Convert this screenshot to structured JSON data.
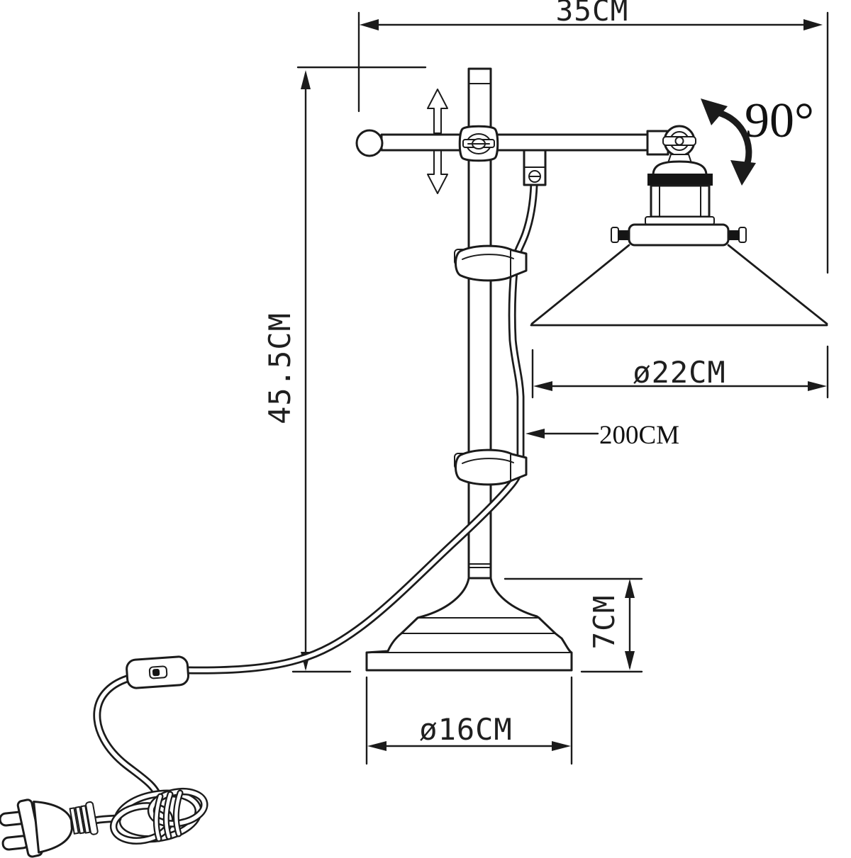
{
  "page": {
    "background": "#ffffff",
    "ink_color": "#1b1b1b",
    "figure": "adjustable-table-lamp-technical-drawing"
  },
  "dimensions": {
    "arm_length": {
      "label": "35CM"
    },
    "head_rotation": {
      "label": "90°"
    },
    "total_height": {
      "label": "45.5CM"
    },
    "shade_diameter": {
      "label": "ø22CM"
    },
    "cord_length": {
      "label": "200CM"
    },
    "base_height": {
      "label": "7CM"
    },
    "base_diameter": {
      "label": "ø16CM"
    }
  },
  "icons": {
    "vertical_adjust_up": "up-arrow-icon",
    "vertical_adjust_down": "down-arrow-icon",
    "rotation_arc": "curved-rotation-arrow-icon"
  }
}
